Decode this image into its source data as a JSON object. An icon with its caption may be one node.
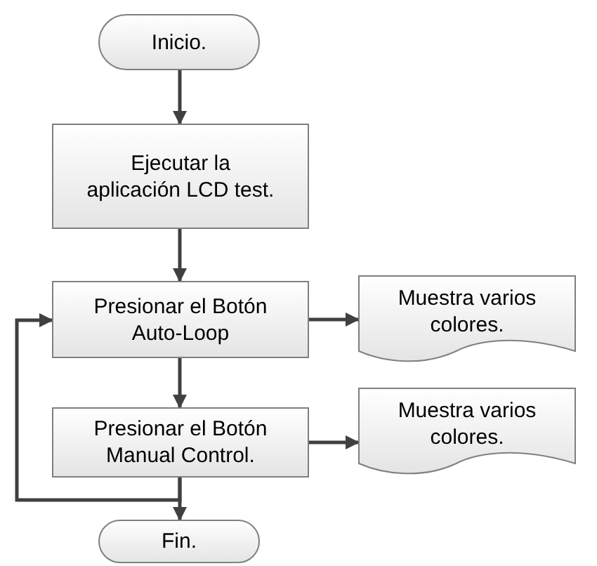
{
  "diagram": {
    "nodes": [
      {
        "text": [
          "Inicio."
        ]
      },
      {
        "text": [
          "Ejecutar la aplicación LCD test."
        ]
      },
      {
        "text": [
          "Presionar el Botón Auto-Loop"
        ]
      },
      {
        "text": [
          "Muestra varios colores."
        ]
      },
      {
        "text": [
          "Presionar el Botón Manual Control."
        ]
      },
      {
        "text": [
          "Muestra varios colores."
        ]
      },
      {
        "text": [
          "Fin."
        ]
      }
    ],
    "edges": [
      {
        "from": 0,
        "to": 1,
        "arrow": "to"
      },
      {
        "from": 1,
        "to": 2,
        "arrow": "to"
      },
      {
        "from": 2,
        "to": 3,
        "arrow": "to"
      },
      {
        "from": 2,
        "to": 4,
        "arrow": "to"
      },
      {
        "from": 4,
        "to": 5,
        "arrow": "to"
      },
      {
        "from": 4,
        "to": 6,
        "arrow": "to"
      },
      {
        "from": 4,
        "to": 2,
        "arrow": "to"
      }
    ]
  }
}
